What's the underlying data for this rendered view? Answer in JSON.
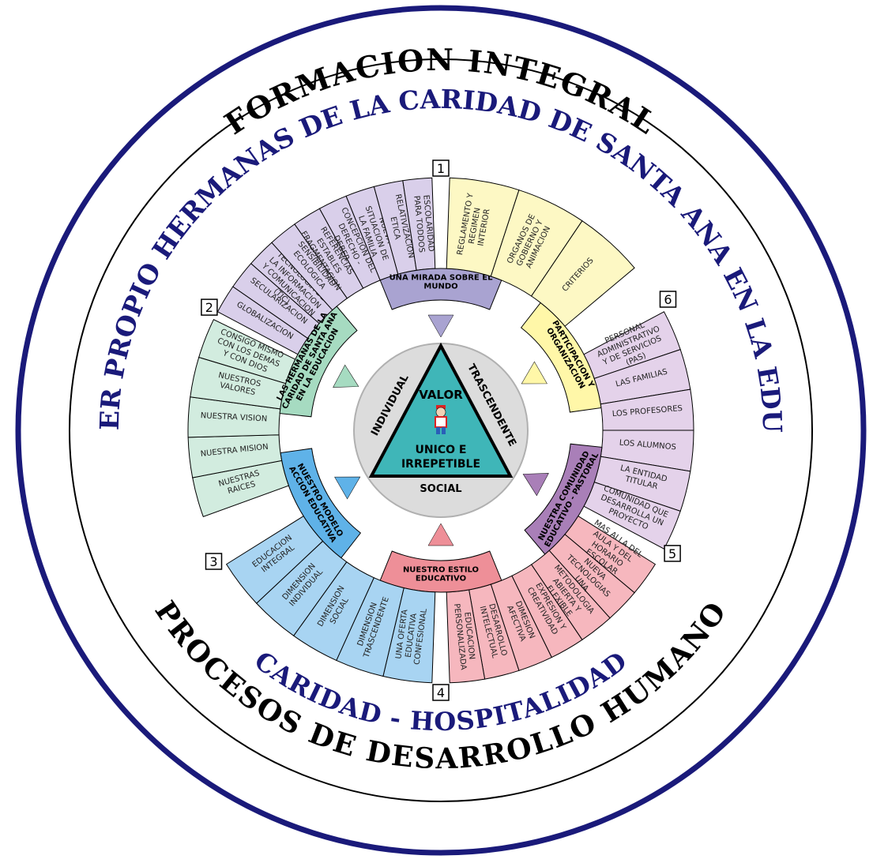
{
  "outer": {
    "top": "FORMACION INTEGRAL",
    "bottom": "PROCESOS DE DESARROLLO HUMANO"
  },
  "inner_ring": {
    "top": "CARACTER PROPIO HERMANAS DE LA CARIDAD DE SANTA ANA EN LA EDUCACION",
    "bottom": "CARIDAD - HOSPITALIDAD"
  },
  "center": {
    "top": "VALOR",
    "bottom_line1": "UNICO E",
    "bottom_line2": "IRREPETIBLE",
    "left_side": "INDIVIDUAL",
    "right_side": "TRASCENDENTE",
    "base": "SOCIAL"
  },
  "colors": {
    "navy": "#1a1a7a",
    "purple": "#d9cfea",
    "purple_arrow": "#a9a3d1",
    "yellow": "#fdf8c4",
    "yellow_arrow": "#fff7a8",
    "lavender": "#e4d2ea",
    "mauve_arrow": "#a97fb8",
    "pink": "#f6b7be",
    "pink_arrow": "#ee8f98",
    "blue": "#a8d4f2",
    "blue_arrow": "#5fb2e8",
    "green": "#d2ecdf",
    "green_arrow": "#a6dbc1",
    "center_disc": "#dcdcdc",
    "triangle": "#3fb6b8"
  },
  "sectors": [
    {
      "number": "1",
      "label": "UNA MIRADA SOBRE EL MUNDO",
      "items": [
        "GLOBALIZACION",
        "SECULARIZACION",
        "INFLUJO DE LA TECNOLOGIA DE LA INFORMACION Y COMUNICACION (TIC)",
        "SENSIBILIDAD ECOLOGICA",
        "FALTA DE REFERENCIAS ESTABLES FRAGMENTACION",
        "NUEVA CONCEPCION DEL DERECHO - DEBER",
        "NUEVA SITUACION DE LA FAMILIA",
        "RELATIVIZACION ETICA",
        "ESCOLARIDAD PARA TODDOS"
      ]
    },
    {
      "number": "6",
      "label": "PARTICIPACION Y ORGANIZACION",
      "items": [
        "REGLAMENTO Y REGIMEN INTERIOR",
        "ORGANOS DE GOBIERNO Y ANIMACION",
        "CRITERIOS"
      ]
    },
    {
      "number": "5",
      "label": "NUESTRA COMUNIDAD EDUCATIVO - PASTORAL",
      "items": [
        "PERSONAL ADMINISTRATIVO Y DE SERVICIOS (PAS)",
        "LAS FAMILIAS",
        "LOS PROFESORES",
        "LOS ALUMNOS",
        "LA ENTIDAD TITULAR",
        "COMUNIDAD QUE DESARROLLA UN PROYECTO"
      ]
    },
    {
      "number": "4",
      "label": "NUESTRO ESTILO EDUCATIVO",
      "items": [
        "MAS ALLA DEL AULA Y DEL HORARIO ESCOLAR",
        "NUEVA TECNOLOGIAS",
        "UNA METODOLOGIA ABIERTA Y FLEXIBLE",
        "EXPRESION Y CREATIVIDAD",
        "DIMESION AFECTIVA",
        "DESARROLLO INTELECTUAL",
        "EDUCACION PERSONALIZADA"
      ]
    },
    {
      "number": "3",
      "label": "NUESTRO MODELO ACCION EDUCATIVA",
      "items": [
        "UNA OFERTA EDUCATIVA CONFESIONAL",
        "DIMENSION TRASCENDENTE",
        "DIMENSION SOCIAL",
        "DIMENSION INDIVIDUAL",
        "EDUCACION INTEGRAL"
      ]
    },
    {
      "number": "2",
      "label": "LAS HERMANAS DE LA CARIDAD DE SANTA ANA EN LA EDUCACION",
      "items": [
        "NUESTRAS RAICES",
        "NUESTRA MISION",
        "NUESTRA VISION",
        "NUESTROS VALORES",
        "CONSIGO MISMO CON LOS DEMAS Y CON DIOS"
      ]
    }
  ]
}
